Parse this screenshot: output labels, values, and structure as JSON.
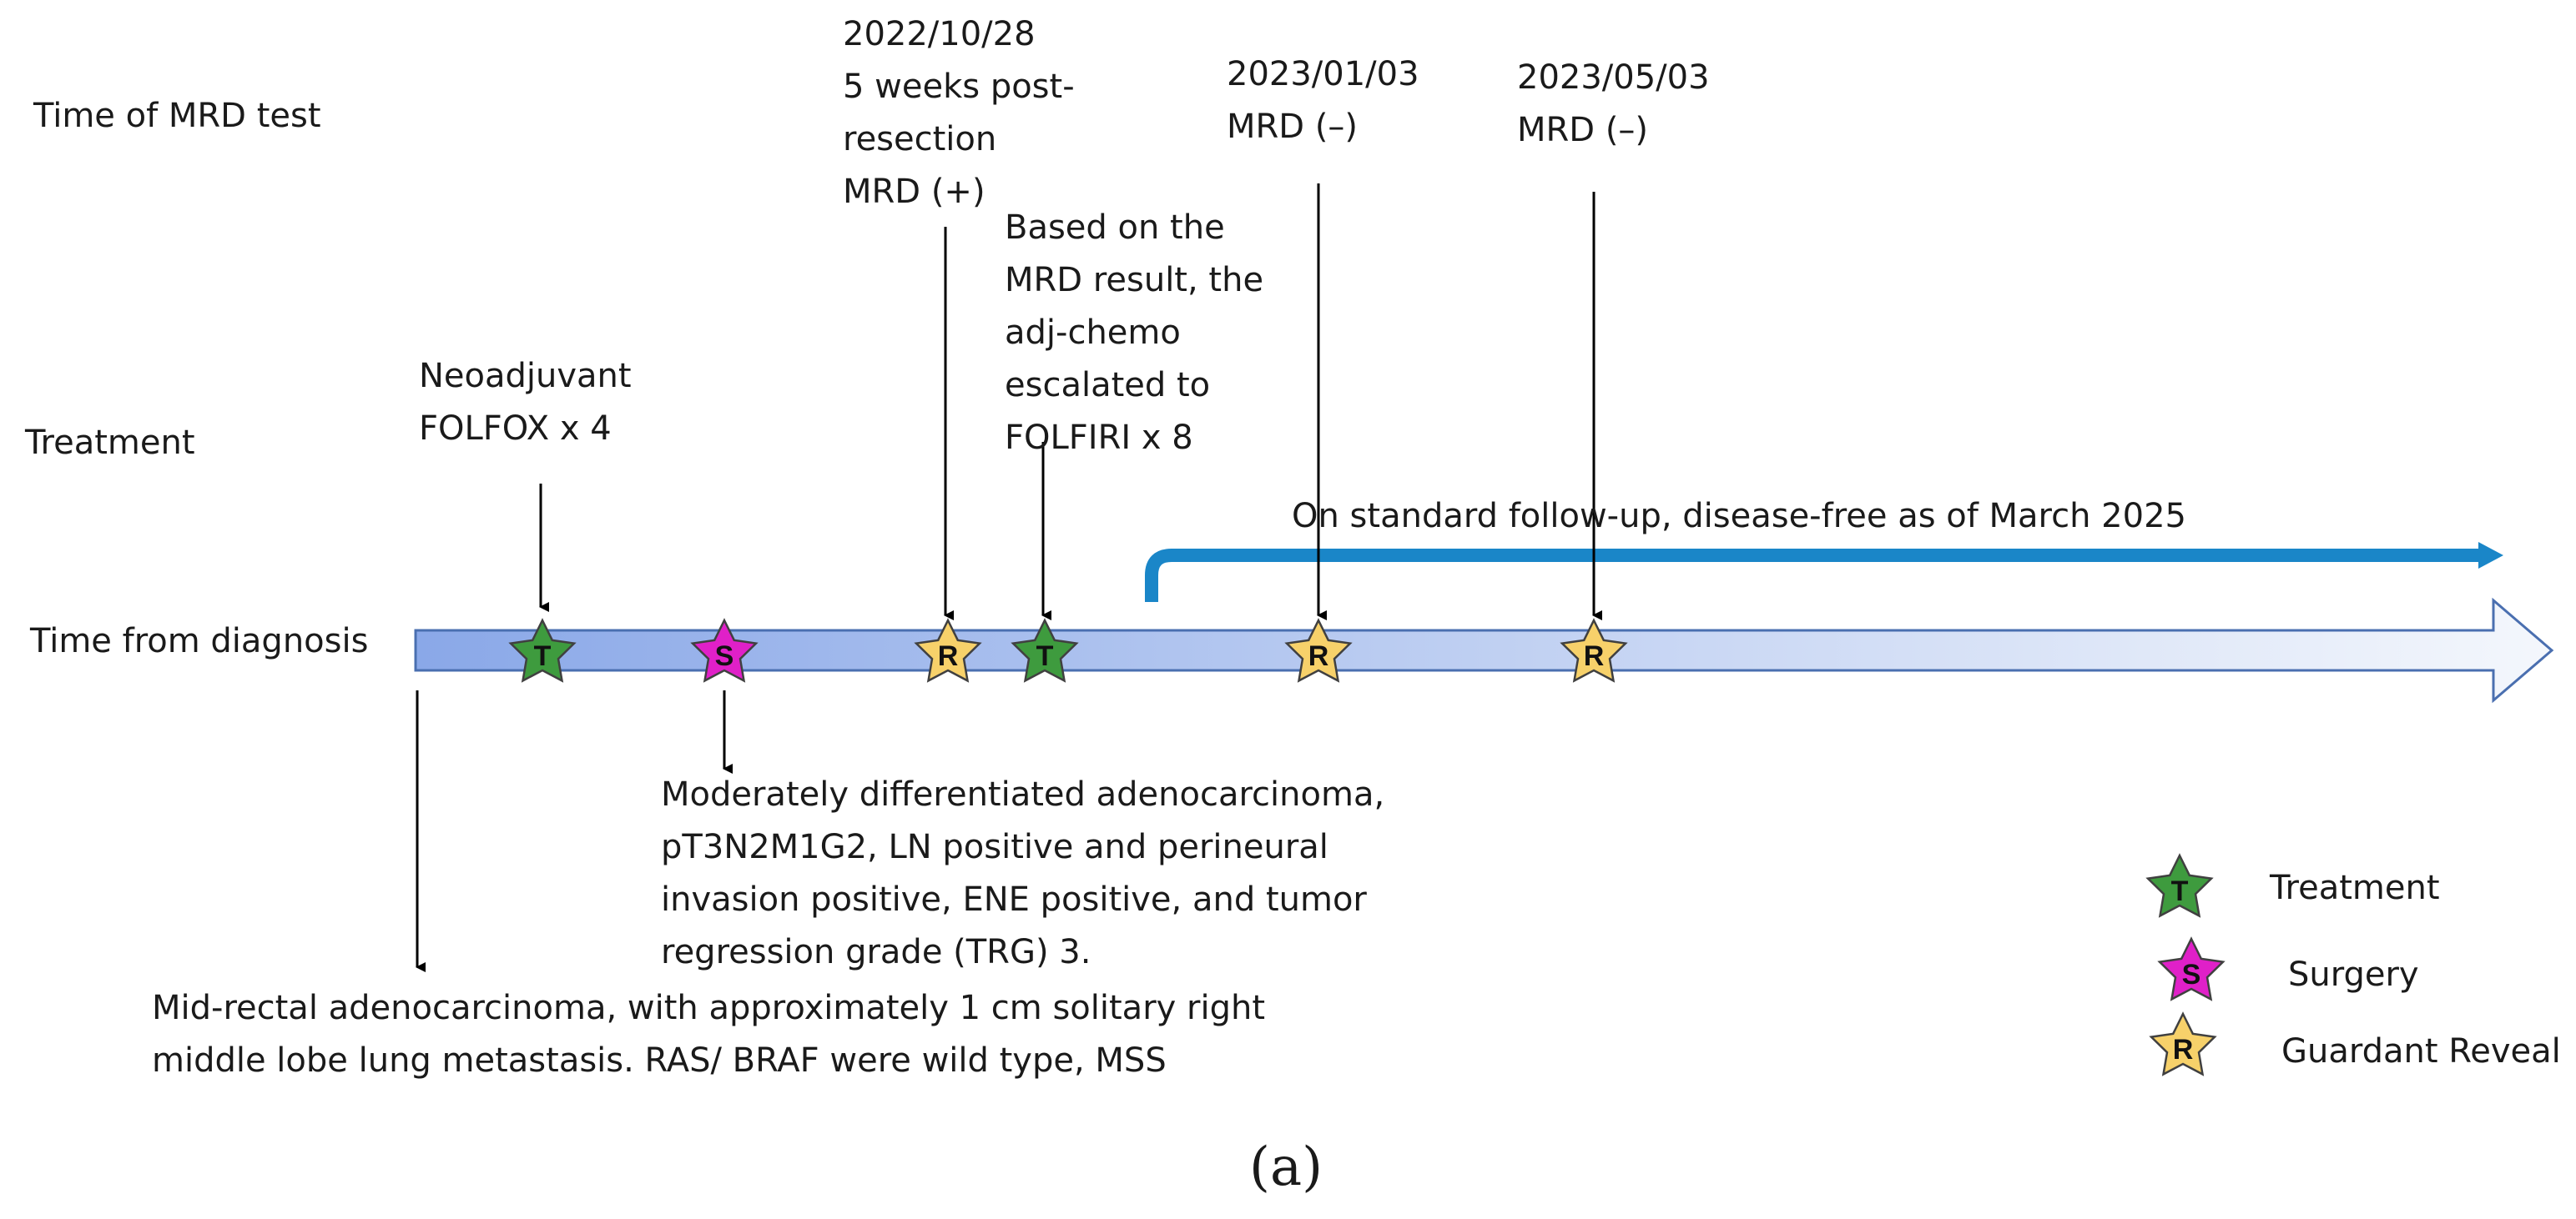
{
  "row_labels": {
    "mrd": "Time of MRD test",
    "treatment": "Treatment",
    "time": "Time from diagnosis"
  },
  "mrd_tests": [
    {
      "lines": [
        "2022/10/28",
        "5 weeks post-",
        "resection",
        "MRD (+)"
      ]
    },
    {
      "lines": [
        "2023/01/03",
        "MRD (–)"
      ]
    },
    {
      "lines": [
        "2023/05/03",
        "MRD (–)"
      ]
    }
  ],
  "treatments": [
    {
      "lines": [
        "Neoadjuvant",
        "FOLFOX x 4"
      ]
    },
    {
      "lines": [
        "Based on the",
        "MRD result, the",
        "adj-chemo",
        "escalated to",
        "FOLFIRI x 8"
      ]
    }
  ],
  "followup": "On standard follow-up, disease-free as of March 2025",
  "markers": [
    {
      "letter": "T",
      "kind": "treatment"
    },
    {
      "letter": "S",
      "kind": "surgery"
    },
    {
      "letter": "R",
      "kind": "reveal"
    },
    {
      "letter": "T",
      "kind": "treatment"
    },
    {
      "letter": "R",
      "kind": "reveal"
    },
    {
      "letter": "R",
      "kind": "reveal"
    }
  ],
  "surgery_note": {
    "lines": [
      "Moderately differentiated adenocarcinoma,",
      "pT3N2M1G2, LN positive and perineural",
      "invasion positive, ENE positive, and tumor",
      "regression grade (TRG) 3."
    ]
  },
  "diagnosis_note": {
    "lines": [
      "Mid-rectal adenocarcinoma, with approximately 1 cm solitary right",
      "middle lobe lung metastasis. RAS/ BRAF were wild type, MSS"
    ]
  },
  "legend": [
    {
      "letter": "T",
      "kind": "treatment",
      "label": "Treatment"
    },
    {
      "letter": "S",
      "kind": "surgery",
      "label": "Surgery"
    },
    {
      "letter": "R",
      "kind": "reveal",
      "label": "Guardant Reveal"
    }
  ],
  "caption": "(a)",
  "colors": {
    "treatment": "#3e9b3e",
    "surgery": "#e020c8",
    "reveal": "#f7d16a",
    "followup_arrow": "#1a86c8",
    "timeline_start": "#8aa8e8",
    "timeline_end": "#f4f7fc",
    "timeline_border": "#4a6fb0"
  }
}
